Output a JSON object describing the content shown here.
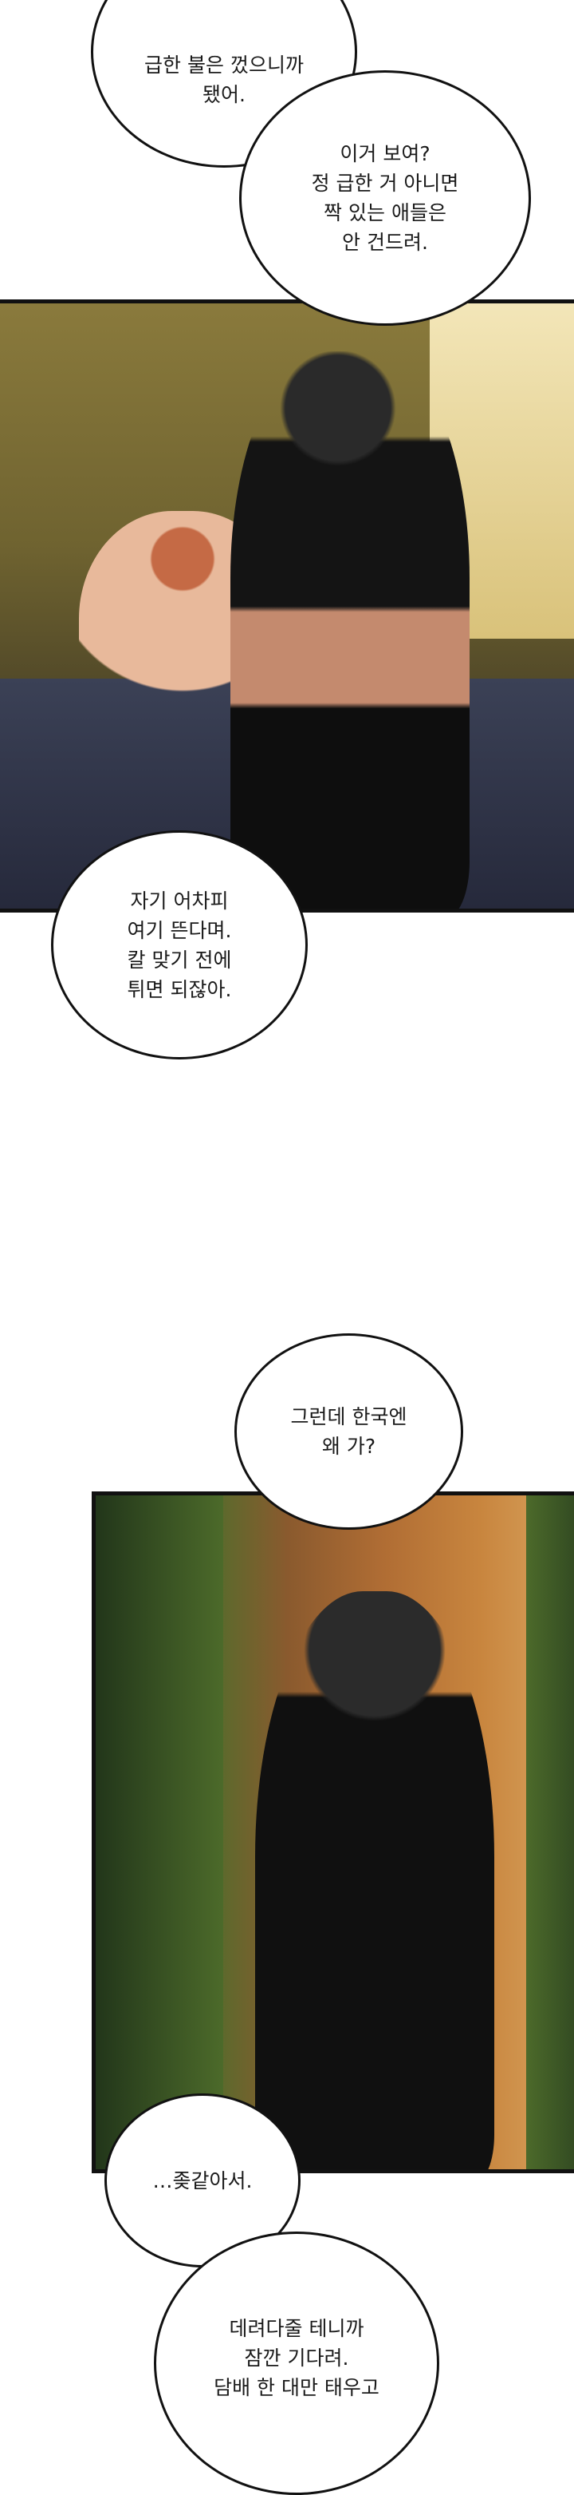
{
  "bubbles": [
    {
      "text": "급한 불은 껐으니까\n됐어."
    },
    {
      "text": "이거 보여?\n정 급한 거 아니면\n짝 있는 애들은\n안 건드려."
    },
    {
      "text": "자기 어차피\n여기 뜬다며.\n칼 맞기 전에\n튀면 되잖아."
    },
    {
      "text": "그런데 한국엔\n왜 가?"
    },
    {
      "text": "…좆같아서."
    },
    {
      "text": "데려다줄 테니까\n잠깐 기다려.\n담배 한 대만 태우고"
    }
  ],
  "colors": {
    "panel1_bg": "#7a6c34",
    "panel2_curtain": "#4f6e2c",
    "panel2_desert": "#b06d34"
  }
}
